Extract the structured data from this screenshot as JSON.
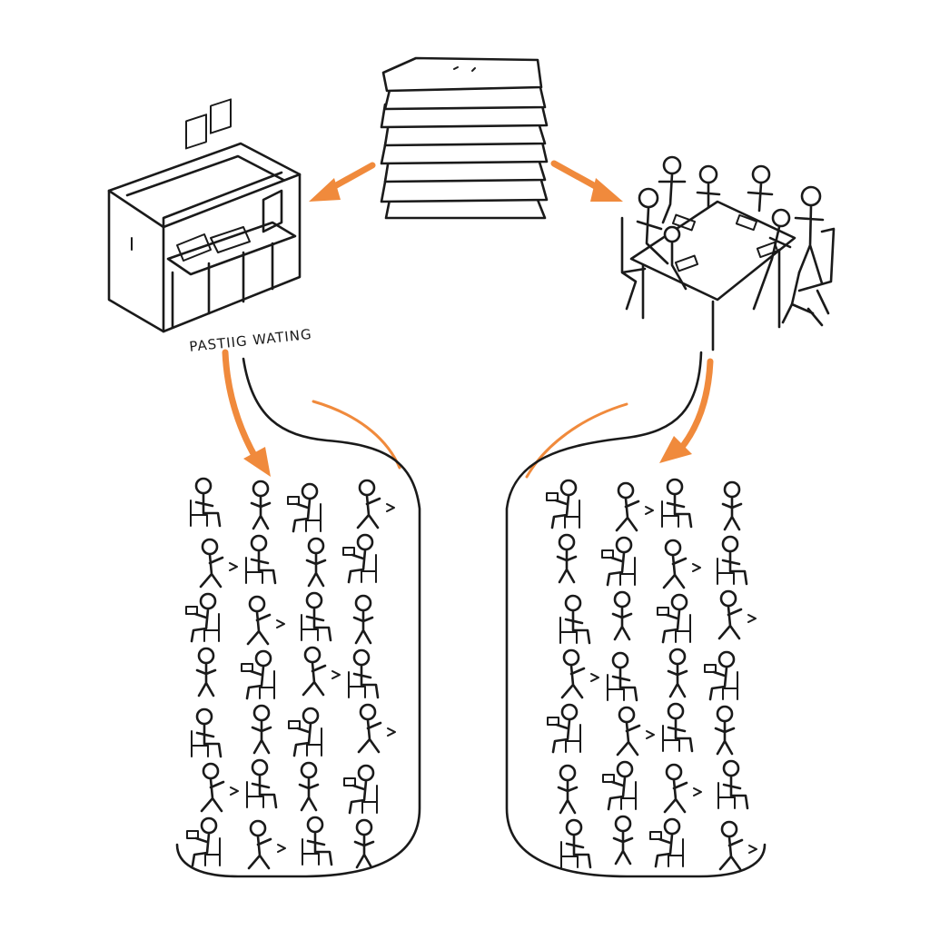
{
  "colors": {
    "ink": "#1a1a1a",
    "accent": "#f08a3c",
    "background": "#ffffff"
  },
  "labels": {
    "office_caption": "PASTIIG WATING"
  },
  "crowds": {
    "left": {
      "rows": 7,
      "cols": 4
    },
    "right": {
      "rows": 7,
      "cols": 4
    }
  }
}
